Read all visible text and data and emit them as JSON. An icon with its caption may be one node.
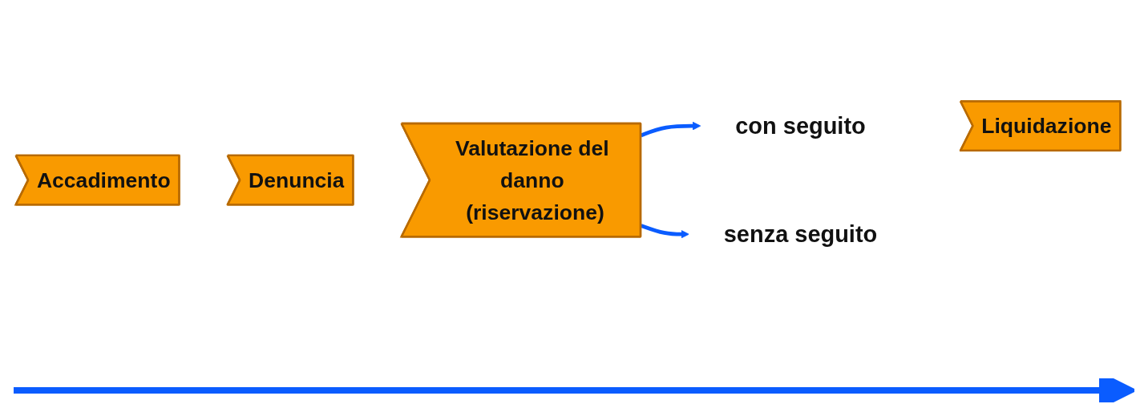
{
  "diagram": {
    "nodes": [
      {
        "text": [
          "Accadimento"
        ]
      },
      {
        "text": [
          "Denuncia"
        ]
      },
      {
        "text": [
          "Valutazione del danno (riservazione)"
        ]
      },
      {
        "text": [
          "con seguito"
        ]
      },
      {
        "text": [
          "Liquidazione"
        ]
      },
      {
        "text": [
          "senza seguito"
        ]
      }
    ],
    "edges": [
      {
        "from": 2,
        "to": 3,
        "arrow": "to"
      },
      {
        "from": 2,
        "to": 5,
        "arrow": "to"
      }
    ]
  }
}
